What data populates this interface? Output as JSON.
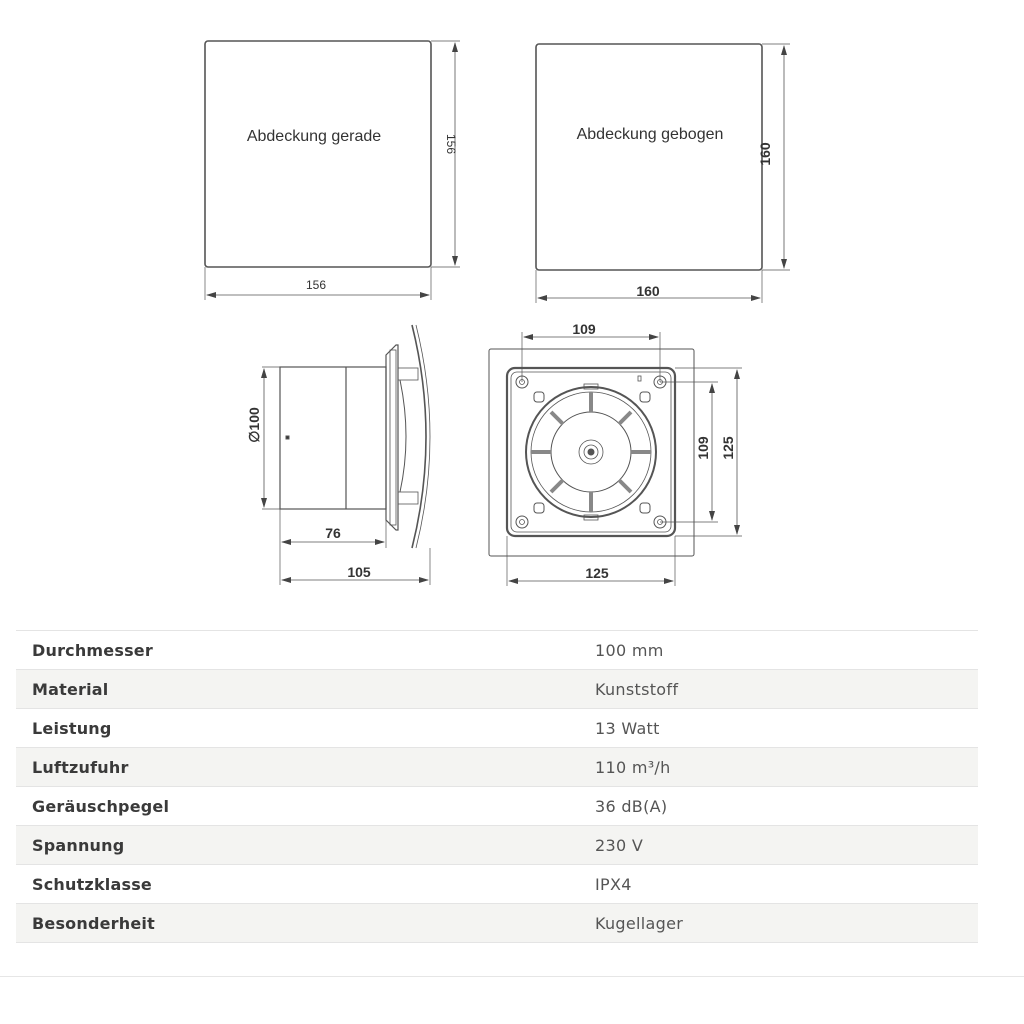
{
  "drawing": {
    "cover_straight": {
      "label": "Abdeckung gerade",
      "width": "156",
      "height": "156"
    },
    "cover_curved": {
      "label": "Abdeckung gebogen",
      "width": "160",
      "height": "160"
    },
    "side_view": {
      "diameter": "∅100",
      "depth_body": "76",
      "depth_total": "105"
    },
    "front_view": {
      "hole_spacing_h": "109",
      "hole_spacing_v": "109",
      "frame_width": "125",
      "frame_height": "125"
    }
  },
  "specs": [
    {
      "key": "Durchmesser",
      "value": "100 mm"
    },
    {
      "key": "Material",
      "value": "Kunststoff"
    },
    {
      "key": "Leistung",
      "value": "13 Watt"
    },
    {
      "key": "Luftzufuhr",
      "value": "110 m³/h"
    },
    {
      "key": "Geräuschpegel",
      "value": "36 dB(A)"
    },
    {
      "key": "Spannung",
      "value": "230 V"
    },
    {
      "key": "Schutzklasse",
      "value": "IPX4"
    },
    {
      "key": "Besonderheit",
      "value": "Kugellager"
    }
  ]
}
